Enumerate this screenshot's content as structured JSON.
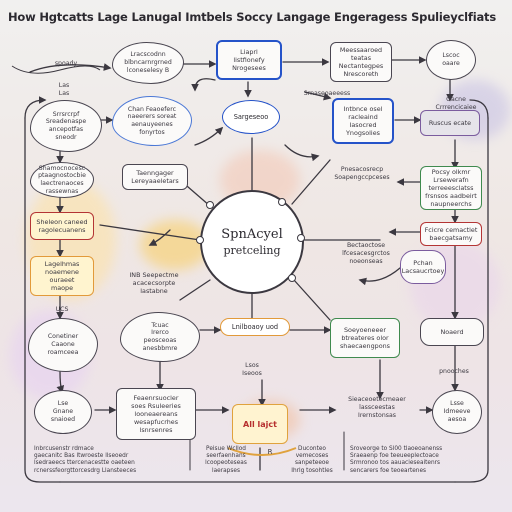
{
  "title": "How Hgtcatts Lage Lanugal Imtbels Soccy Langage Engeragess Spulieyclfiats",
  "hub": {
    "title": "SpnAcyel",
    "subtitle": "pretceling"
  },
  "colors": {
    "ink": "#3b3840",
    "blue": "#2553c9",
    "green": "#3f8a4e",
    "orange": "#e29a3a",
    "red": "#b43535",
    "purple": "#7b5c9e"
  },
  "nodes": [
    {
      "id": "spoady",
      "text": "spoady"
    },
    {
      "id": "las",
      "text": "Las\nLas"
    },
    {
      "id": "top-cloud-1",
      "text": "Lracscodnn\nblbncarnrgrned\nlconeselesy B"
    },
    {
      "id": "top-blue-1",
      "text": "Liaprl\nlistfionefy\nNrogesees"
    },
    {
      "id": "top-box-3",
      "text": "Meessaaroed\nteatas\nNectantegpes\nNrescoreth"
    },
    {
      "id": "top-right-circle",
      "text": "Lscoc\noaare"
    },
    {
      "id": "left-cloud-1",
      "text": "Srrsrcrpf\nSreadenaspe\nancepotfas\nsneodr"
    },
    {
      "id": "center-cloud-1",
      "text": "Chan Feaoeferc\nnaeerers soreat\naenauyeenes\nfonyrtos"
    },
    {
      "id": "center-blue-pill",
      "text": "Sargeseoo"
    },
    {
      "id": "mid-arrows-label",
      "text": "Srnaseoaeeess"
    },
    {
      "id": "right-blue-box",
      "text": "Intbnce osel\nracleaind\nIasocred\nYnogsolies"
    },
    {
      "id": "far-right-purple",
      "text": "Oacne\nCrrrencicaiee\nLouaece"
    },
    {
      "id": "far-right-gray",
      "text": "Ruscus ecate"
    },
    {
      "id": "left-box-2",
      "text": "Shamocnocesc\nptaagnostocbie\nlaectrenaoces\nrassewnas"
    },
    {
      "id": "left-mid-box",
      "text": "Taenngager\nLereyaaeletars"
    },
    {
      "id": "center-mid-label",
      "text": "Pnesacosrecp\nSoapengccpceses"
    },
    {
      "id": "right-green-box",
      "text": "Pocsy olkmr\nLrsewerafn\nterreeesclatss\nfrsnsos aadbeirt\nnaupneerchs"
    },
    {
      "id": "left-red-box",
      "text": "Sheleon caneed\nragolecuanens"
    },
    {
      "id": "right-red-box",
      "text": "Fcicre cemactlet\nbaecgatsamy"
    },
    {
      "id": "left-orange-box",
      "text": "Lagelhmas\nnoaemene\nouraeet\nmaope"
    },
    {
      "id": "center-box-2",
      "text": "INB Seepectme\nacacecsorpte\nlastabne"
    },
    {
      "id": "center-right-label",
      "text": "Bectaoctose\nlfcesacesgrctos\nnoeonseas"
    },
    {
      "id": "right-gray-box",
      "text": "Pchan\nLacsaucrtoey"
    },
    {
      "id": "left-cloud-2",
      "text": "Conetiner\nCaaone\nroamceea"
    },
    {
      "id": "ucs-label",
      "text": "UCS"
    },
    {
      "id": "center-orange-pill",
      "text": "Lnilboaoy uod"
    },
    {
      "id": "center-cloud-3",
      "text": "Tcuac\nIrerco\npeosceoas\nanesbbmre"
    },
    {
      "id": "center-green-box",
      "text": "Soeyoeneeer\nbtreateres olor\nshaecaengpons"
    },
    {
      "id": "far-right-rounded",
      "text": "Noaerd"
    },
    {
      "id": "center-low-label",
      "text": "Lsos\nIseoos"
    },
    {
      "id": "right-low-label",
      "text": "pnooches"
    },
    {
      "id": "bottom-left-circle",
      "text": "Lse\nGnane\nsnaioed"
    },
    {
      "id": "bottom-center-box",
      "text": "Feaenrsuocler\nsoes Rsuleeries\nlooneaereans\nwesapfucrhes\nlsnrsenres"
    },
    {
      "id": "bottom-badge",
      "text": "All lajct"
    },
    {
      "id": "bottom-right-box",
      "text": "Sieaceoetecmeaer\nlassceestas\nIrernstonsas"
    },
    {
      "id": "bottom-right-circle",
      "text": "Lsse\nIdmeeve\naesoa"
    },
    {
      "id": "footer-1",
      "text": "Inbrcusenstr rdmace\ngaecanitc Bas ltwroeste llseoedr\nlsedraeecs ttercenacestte oaeteen\nrcnerssfeorgttorcesdrg Llansteeces"
    },
    {
      "id": "footer-2",
      "text": "Peisue Wcllod\nseerfaenhans\nlcoopeoteseas\nlaerapses"
    },
    {
      "id": "footer-R",
      "text": "R"
    },
    {
      "id": "footer-3",
      "text": "Duconteo\nvemecoses\nsanpeteeoe\nIhrlg tosohtles"
    },
    {
      "id": "footer-4",
      "text": "Sroveorge to Sl00 tlaoeoanenss\nSraeaenp foe teeueeplectoace\nSrmronoo tos aauacieseaitenrs\nsencarers foe teoeartenes"
    }
  ]
}
